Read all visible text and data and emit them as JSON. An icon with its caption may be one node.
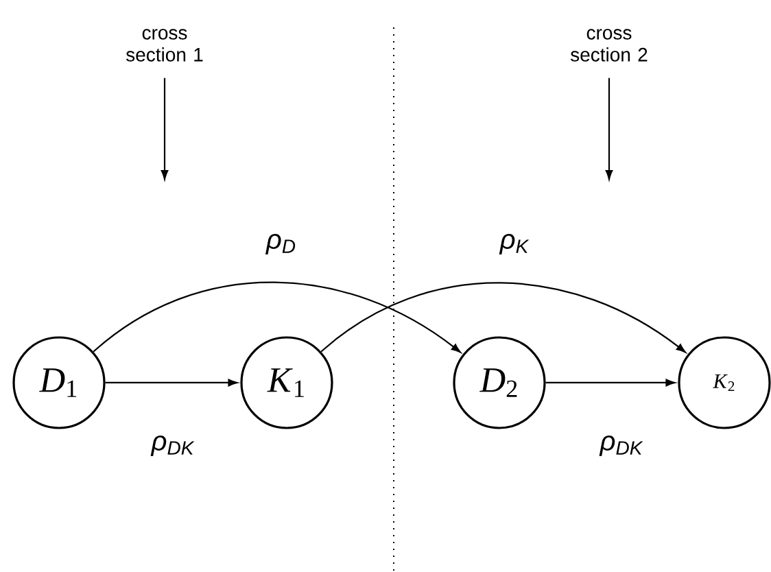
{
  "diagram": {
    "nodes": [
      {
        "text": [
          "*D*$_{1}$"
        ]
      },
      {
        "text": [
          "*K*$_{1}$"
        ]
      },
      {
        "text": [
          "*D*$_{2}$"
        ]
      },
      {
        "text": [
          "*K*$_{2}$"
        ]
      },
      {
        "text": [
          "cross section 1"
        ]
      },
      {
        "text": [
          "cross section 2"
        ]
      }
    ],
    "edges": [
      {
        "from": 0,
        "to": 1,
        "arrow": "to",
        "label": "ρ$_{DK}$"
      },
      {
        "from": 2,
        "to": 3,
        "arrow": "to",
        "label": "ρ$_{DK}$"
      },
      {
        "from": 0,
        "to": 2,
        "arrow": "to",
        "label": "ρ$_{D}$"
      },
      {
        "from": 1,
        "to": 3,
        "arrow": "to",
        "label": "ρ$_{K}$"
      },
      {
        "from": 4,
        "to": null,
        "arrow": "to"
      },
      {
        "from": 5,
        "to": null,
        "arrow": "to"
      }
    ]
  }
}
